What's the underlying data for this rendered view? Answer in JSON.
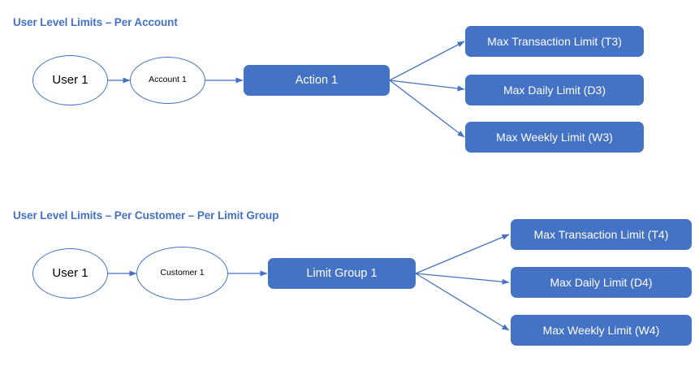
{
  "diagram": {
    "background_color": "#ffffff",
    "accent_color": "#4472C4",
    "title_color": "#4472C4",
    "node_text_color_dark": "#000000",
    "node_text_color_light": "#ffffff",
    "sections": [
      {
        "id": "per-account",
        "title": "User Level Limits – Per Account",
        "source": {
          "label": "User 1"
        },
        "middle": {
          "label": "Account 1"
        },
        "primary": {
          "label": "Action 1"
        },
        "limits": [
          {
            "label": "Max Transaction Limit (T3)",
            "code": "T3"
          },
          {
            "label": "Max Daily Limit (D3)",
            "code": "D3"
          },
          {
            "label": "Max Weekly Limit (W3)",
            "code": "W3"
          }
        ]
      },
      {
        "id": "per-customer-per-limit-group",
        "title": "User Level Limits – Per Customer – Per Limit Group",
        "source": {
          "label": "User 1"
        },
        "middle": {
          "label": "Customer 1"
        },
        "primary": {
          "label": "Limit Group 1"
        },
        "limits": [
          {
            "label": "Max Transaction Limit (T4)",
            "code": "T4"
          },
          {
            "label": "Max Daily Limit (D4)",
            "code": "D4"
          },
          {
            "label": "Max Weekly Limit (W4)",
            "code": "W4"
          }
        ]
      }
    ]
  }
}
